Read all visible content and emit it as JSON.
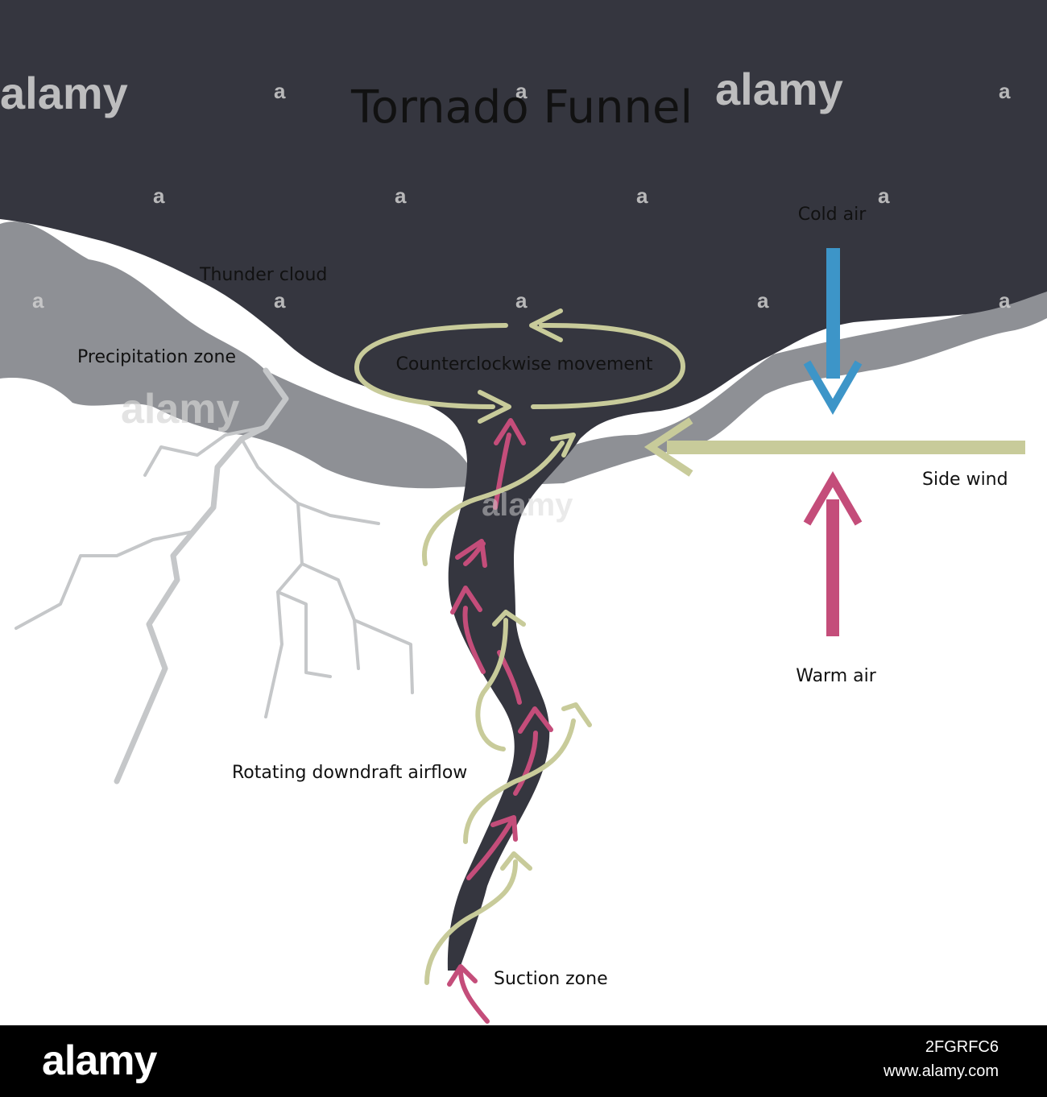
{
  "title": "Tornado Funnel",
  "labels": {
    "cold_air": "Cold air",
    "thunder_cloud": "Thunder cloud",
    "precipitation_zone": "Precipitation zone",
    "counterclockwise": "Counterclockwise movement",
    "side_wind": "Side wind",
    "warm_air": "Warm air",
    "rotating_downdraft": "Rotating downdraft airflow",
    "suction_zone": "Suction zone"
  },
  "watermark": {
    "brand": "alamy",
    "mark": "a"
  },
  "footer": {
    "logo": "alamy",
    "image_id": "2FGRFC6",
    "url": "www.alamy.com"
  },
  "colors": {
    "cloud_dark": "#35363f",
    "cloud_grey": "#8e9095",
    "cold_air": "#3d95c8",
    "warm_air": "#c44d7a",
    "side_wind": "#c8cb9a",
    "lightning": "#c5c7c9"
  },
  "icons": {
    "cold_air_arrow": "arrow-down-icon",
    "warm_air_arrow": "arrow-up-icon",
    "side_wind_arrow": "arrow-left-icon"
  }
}
